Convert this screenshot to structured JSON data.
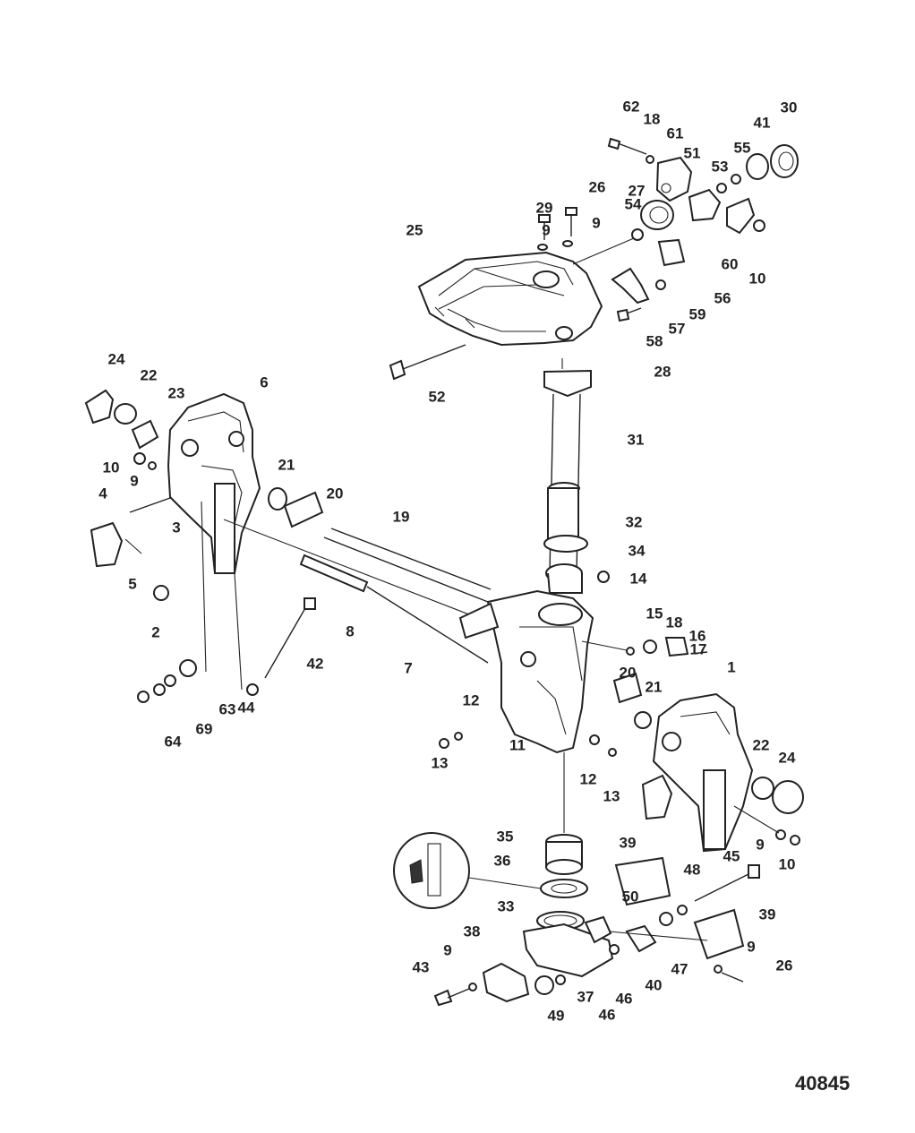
{
  "drawing_number": "40845",
  "part_numbers": [
    "62",
    "18",
    "61",
    "26",
    "29",
    "9",
    "9",
    "27",
    "54",
    "51",
    "53",
    "55",
    "41",
    "30",
    "25",
    "60",
    "10",
    "56",
    "59",
    "57",
    "58",
    "28",
    "52",
    "24",
    "22",
    "23",
    "6",
    "10",
    "9",
    "21",
    "20",
    "31",
    "4",
    "3",
    "5",
    "2",
    "19",
    "8",
    "32",
    "34",
    "14",
    "15",
    "18",
    "16",
    "17",
    "42",
    "7",
    "44",
    "63",
    "64",
    "69",
    "12",
    "13",
    "11",
    "13",
    "12",
    "20",
    "21",
    "1",
    "22",
    "24",
    "9",
    "10",
    "35",
    "36",
    "39",
    "50",
    "45",
    "48",
    "33",
    "38",
    "39",
    "9",
    "43",
    "9",
    "46",
    "37",
    "46",
    "40",
    "47",
    "26",
    "49"
  ]
}
